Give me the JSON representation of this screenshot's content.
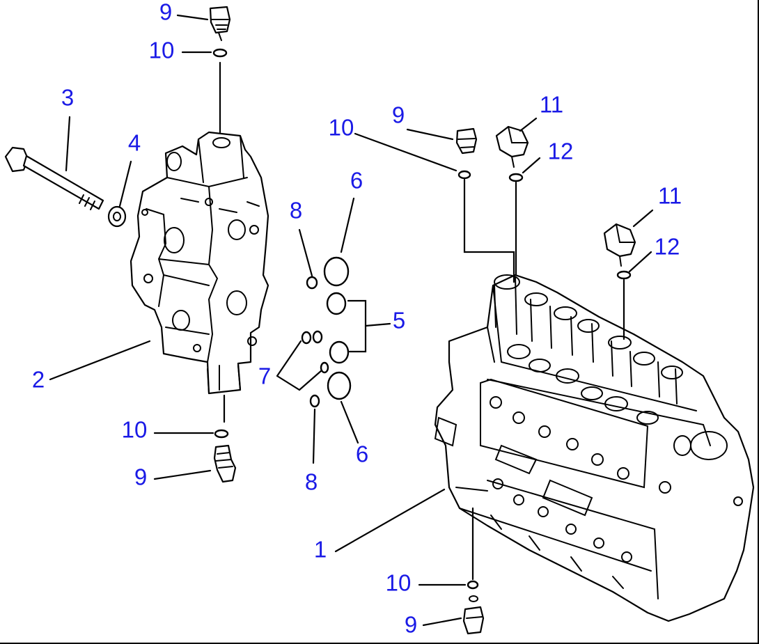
{
  "colors": {
    "callout": "#1a1ae6",
    "line": "#000000",
    "background": "#ffffff"
  },
  "callouts": [
    {
      "id": "c9a",
      "text": "9"
    },
    {
      "id": "c10a",
      "text": "10"
    },
    {
      "id": "c3",
      "text": "3"
    },
    {
      "id": "c4",
      "text": "4"
    },
    {
      "id": "c2",
      "text": "2"
    },
    {
      "id": "c10b",
      "text": "10"
    },
    {
      "id": "c9b",
      "text": "9"
    },
    {
      "id": "c8a",
      "text": "8"
    },
    {
      "id": "c6a",
      "text": "6"
    },
    {
      "id": "c5",
      "text": "5"
    },
    {
      "id": "c7",
      "text": "7"
    },
    {
      "id": "c6b",
      "text": "6"
    },
    {
      "id": "c8b",
      "text": "8"
    },
    {
      "id": "c9c",
      "text": "9"
    },
    {
      "id": "c10c",
      "text": "10"
    },
    {
      "id": "c11a",
      "text": "11"
    },
    {
      "id": "c12a",
      "text": "12"
    },
    {
      "id": "c11b",
      "text": "11"
    },
    {
      "id": "c12b",
      "text": "12"
    },
    {
      "id": "c1",
      "text": "1"
    },
    {
      "id": "c10d",
      "text": "10"
    },
    {
      "id": "c9d",
      "text": "9"
    }
  ]
}
